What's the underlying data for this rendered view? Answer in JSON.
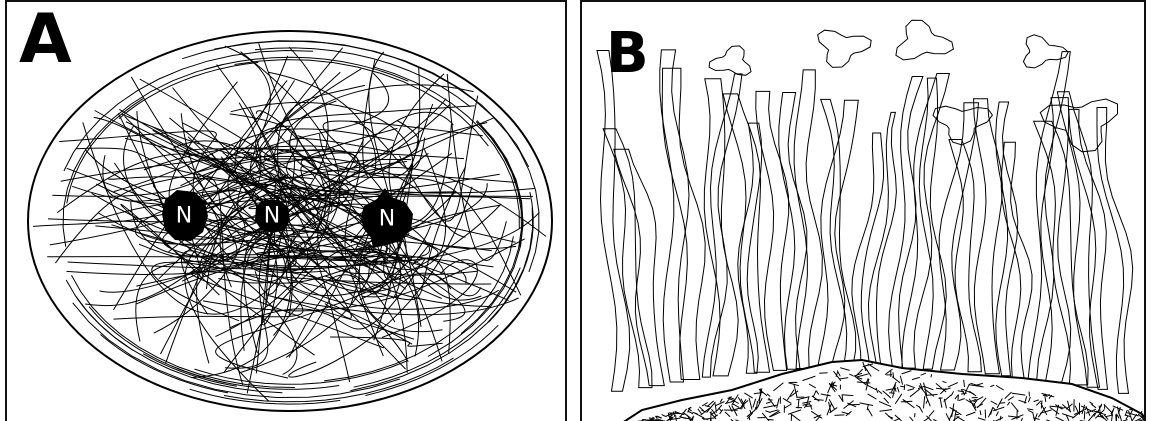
{
  "panels": [
    {
      "label": "A",
      "content": "ellipse-fiber-meshwork",
      "nuclei": [
        {
          "label": "N"
        },
        {
          "label": "N"
        },
        {
          "label": "N"
        }
      ]
    },
    {
      "label": "B",
      "content": "elongated-processes-over-mesh-base"
    }
  ],
  "colors": {
    "ink": "#000000",
    "paper": "#ffffff",
    "nucleus_label": "#ffffff"
  }
}
